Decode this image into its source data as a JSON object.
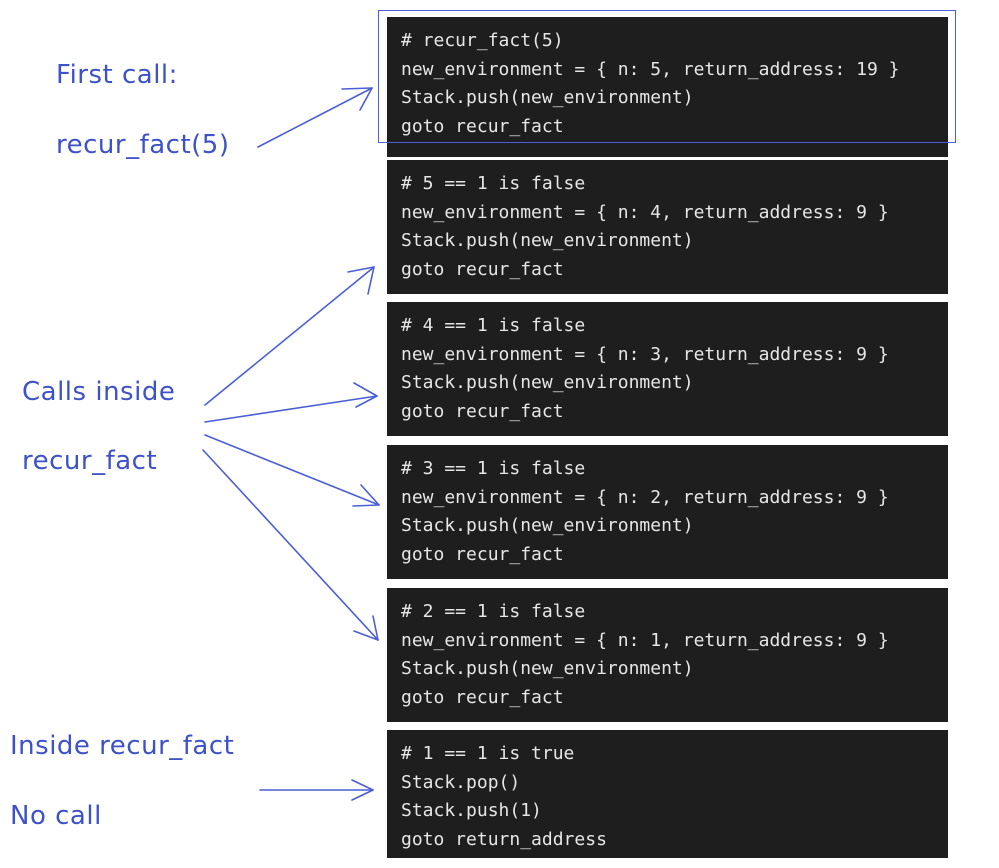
{
  "blocks": [
    {
      "lines": [
        "# recur_fact(5)",
        "new_environment = { n: 5, return_address: 19 }",
        "Stack.push(new_environment)",
        "goto recur_fact"
      ]
    },
    {
      "lines": [
        "# 5 == 1 is false",
        "new_environment = { n: 4, return_address: 9 }",
        "Stack.push(new_environment)",
        "goto recur_fact"
      ]
    },
    {
      "lines": [
        "# 4 == 1 is false",
        "new_environment = { n: 3, return_address: 9 }",
        "Stack.push(new_environment)",
        "goto recur_fact"
      ]
    },
    {
      "lines": [
        "# 3 == 1 is false",
        "new_environment = { n: 2, return_address: 9 }",
        "Stack.push(new_environment)",
        "goto recur_fact"
      ]
    },
    {
      "lines": [
        "# 2 == 1 is false",
        "new_environment = { n: 1, return_address: 9 }",
        "Stack.push(new_environment)",
        "goto recur_fact"
      ]
    },
    {
      "lines": [
        "# 1 == 1 is true",
        "Stack.pop()",
        "Stack.push(1)",
        "goto return_address"
      ]
    }
  ],
  "annotations": {
    "first_call_title": "First call:",
    "first_call_expr": "recur_fact(5)",
    "calls_inside_line1": "Calls inside",
    "calls_inside_line2": "recur_fact",
    "inside_line1": "Inside recur_fact",
    "inside_line2": "No call"
  },
  "colors": {
    "annotation": "#3d52c9",
    "code_background": "#1e1e1e",
    "code_text": "#e6e6e6"
  }
}
